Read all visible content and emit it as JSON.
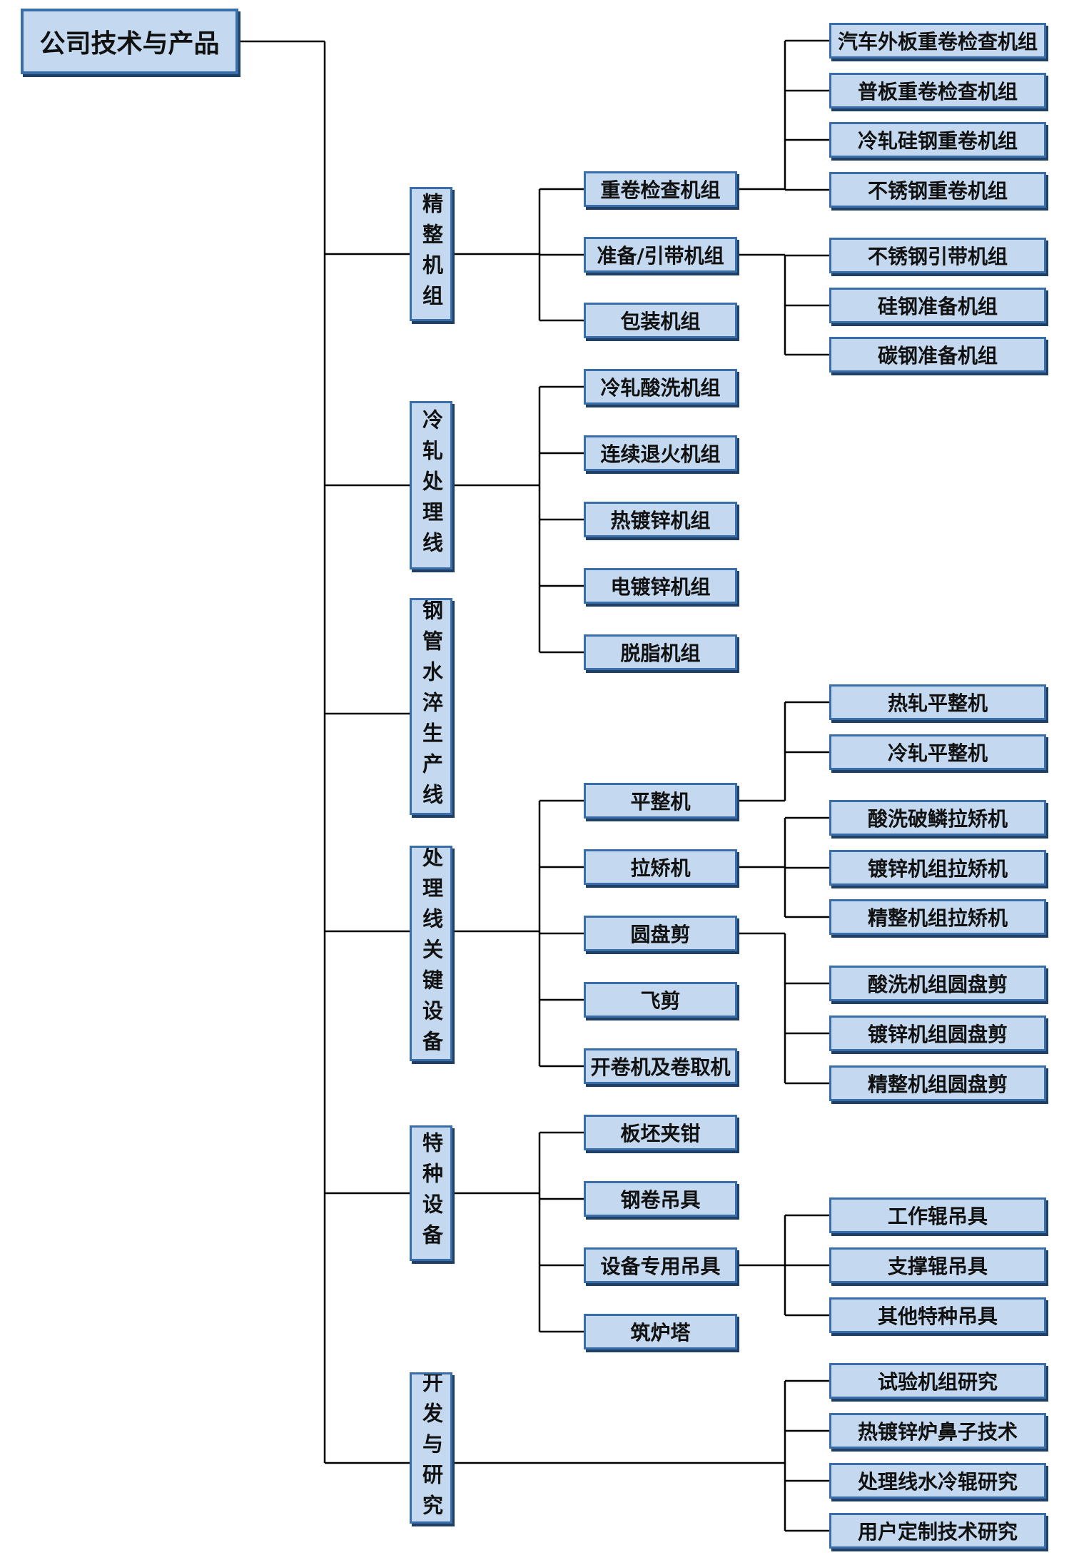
{
  "root": "公司技术与产品",
  "categories": [
    {
      "label": "精整机组",
      "children": [
        {
          "label": "重卷检查机组",
          "children": [
            "汽车外板重卷检查机组",
            "普板重卷检查机组",
            "冷轧硅钢重卷机组",
            "不锈钢重卷机组"
          ]
        },
        {
          "label": "准备/引带机组",
          "children": [
            "不锈钢引带机组",
            "硅钢准备机组",
            "碳钢准备机组"
          ]
        },
        {
          "label": "包装机组",
          "children": []
        }
      ]
    },
    {
      "label": "冷轧处理线",
      "children": [
        {
          "label": "冷轧酸洗机组",
          "children": []
        },
        {
          "label": "连续退火机组",
          "children": []
        },
        {
          "label": "热镀锌机组",
          "children": []
        },
        {
          "label": "电镀锌机组",
          "children": []
        },
        {
          "label": "脱脂机组",
          "children": []
        }
      ]
    },
    {
      "label": "钢管水淬生产线",
      "children": []
    },
    {
      "label": "处理线关键设备",
      "children": [
        {
          "label": "平整机",
          "children": [
            "热轧平整机",
            "冷轧平整机"
          ]
        },
        {
          "label": "拉矫机",
          "children": [
            "酸洗破鳞拉矫机",
            "镀锌机组拉矫机",
            "精整机组拉矫机"
          ]
        },
        {
          "label": "圆盘剪",
          "children": [
            "酸洗机组圆盘剪",
            "镀锌机组圆盘剪",
            "精整机组圆盘剪"
          ]
        },
        {
          "label": "飞剪",
          "children": []
        },
        {
          "label": "开卷机及卷取机",
          "children": []
        }
      ]
    },
    {
      "label": "特种设备",
      "children": [
        {
          "label": "板坯夹钳",
          "children": []
        },
        {
          "label": "钢卷吊具",
          "children": []
        },
        {
          "label": "设备专用吊具",
          "children": [
            "工作辊吊具",
            "支撑辊吊具",
            "其他特种吊具"
          ]
        },
        {
          "label": "筑炉塔",
          "children": []
        }
      ]
    },
    {
      "label": "开发与研究",
      "children": [],
      "direct_children": [
        "试验机组研究",
        "热镀锌炉鼻子技术",
        "处理线水冷辊研究",
        "用户定制技术研究"
      ]
    }
  ],
  "colors": {
    "box_fill": "#c4d9ef",
    "box_border": "#3a6ea8",
    "shadow": "#1f3f66",
    "line": "#000000"
  }
}
